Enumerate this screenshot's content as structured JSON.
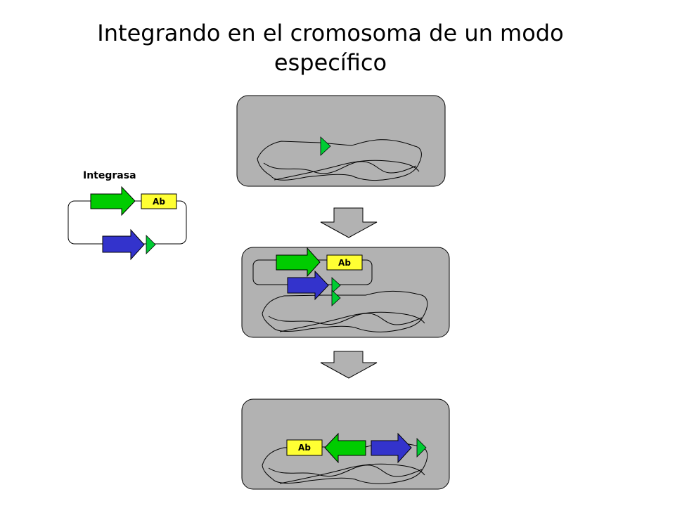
{
  "title": "Integrando en el cromosoma de un modo específico",
  "plasmid": {
    "integrase_label": "Integrasa",
    "resistance_label": "Ab"
  },
  "cell_step2": {
    "resistance_label": "Ab"
  },
  "cell_step3": {
    "resistance_label": "Ab"
  },
  "colors": {
    "cell_fill": "#b2b2b2",
    "integrase_gene": "#00cc00",
    "resistance_box": "#ffff33",
    "blue_gene": "#3333cc",
    "att_site": "#00cc33"
  }
}
